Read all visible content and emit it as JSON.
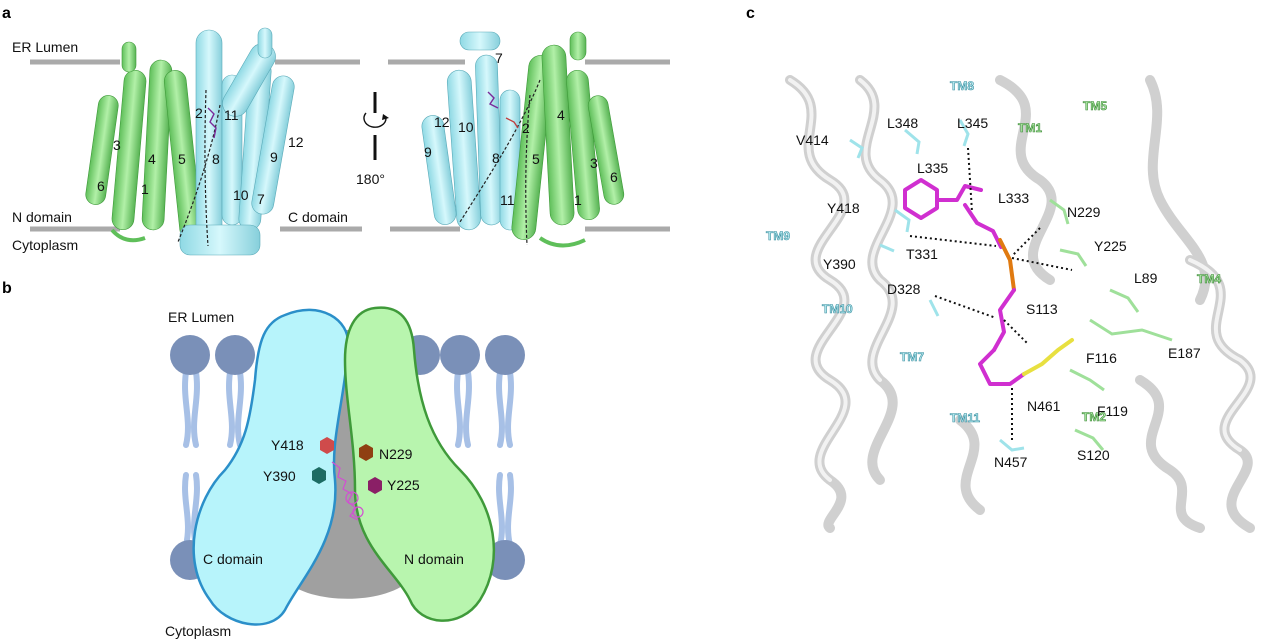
{
  "panels": {
    "a": {
      "letter": "a",
      "er_lumen": "ER Lumen",
      "n_domain": "N domain",
      "c_domain": "C domain",
      "cytoplasm": "Cytoplasm",
      "rotation": "180°",
      "left_helix_numbers": [
        "1",
        "2",
        "3",
        "4",
        "5",
        "6",
        "7",
        "8",
        "9",
        "10",
        "11",
        "12"
      ],
      "right_helix_numbers": [
        "1",
        "2",
        "3",
        "4",
        "5",
        "6",
        "7",
        "8",
        "9",
        "10",
        "11",
        "12"
      ]
    },
    "b": {
      "letter": "b",
      "er_lumen": "ER Lumen",
      "cytoplasm": "Cytoplasm",
      "c_domain": "C domain",
      "n_domain": "N domain",
      "residues": [
        "Y418",
        "N229",
        "Y390",
        "Y225"
      ],
      "colors": {
        "c_domain": "#b7f4fb",
        "n_domain": "#b8f5ae",
        "Y418": "#cf4b4b",
        "N229": "#8f3f12",
        "Y390": "#1c6b63",
        "Y225": "#8a1f66",
        "lipid_head": "#7a90b8"
      }
    },
    "c": {
      "letter": "c",
      "tm_labels_blue": [
        "TM8",
        "TM9",
        "TM10",
        "TM7",
        "TM11"
      ],
      "tm_labels_green": [
        "TM5",
        "TM1",
        "TM4",
        "TM2"
      ],
      "residues": [
        "L348",
        "L345",
        "V414",
        "L335",
        "L333",
        "N229",
        "Y418",
        "T331",
        "Y225",
        "Y390",
        "L89",
        "D328",
        "S113",
        "F116",
        "E187",
        "N461",
        "F119",
        "S120",
        "N457"
      ]
    }
  }
}
